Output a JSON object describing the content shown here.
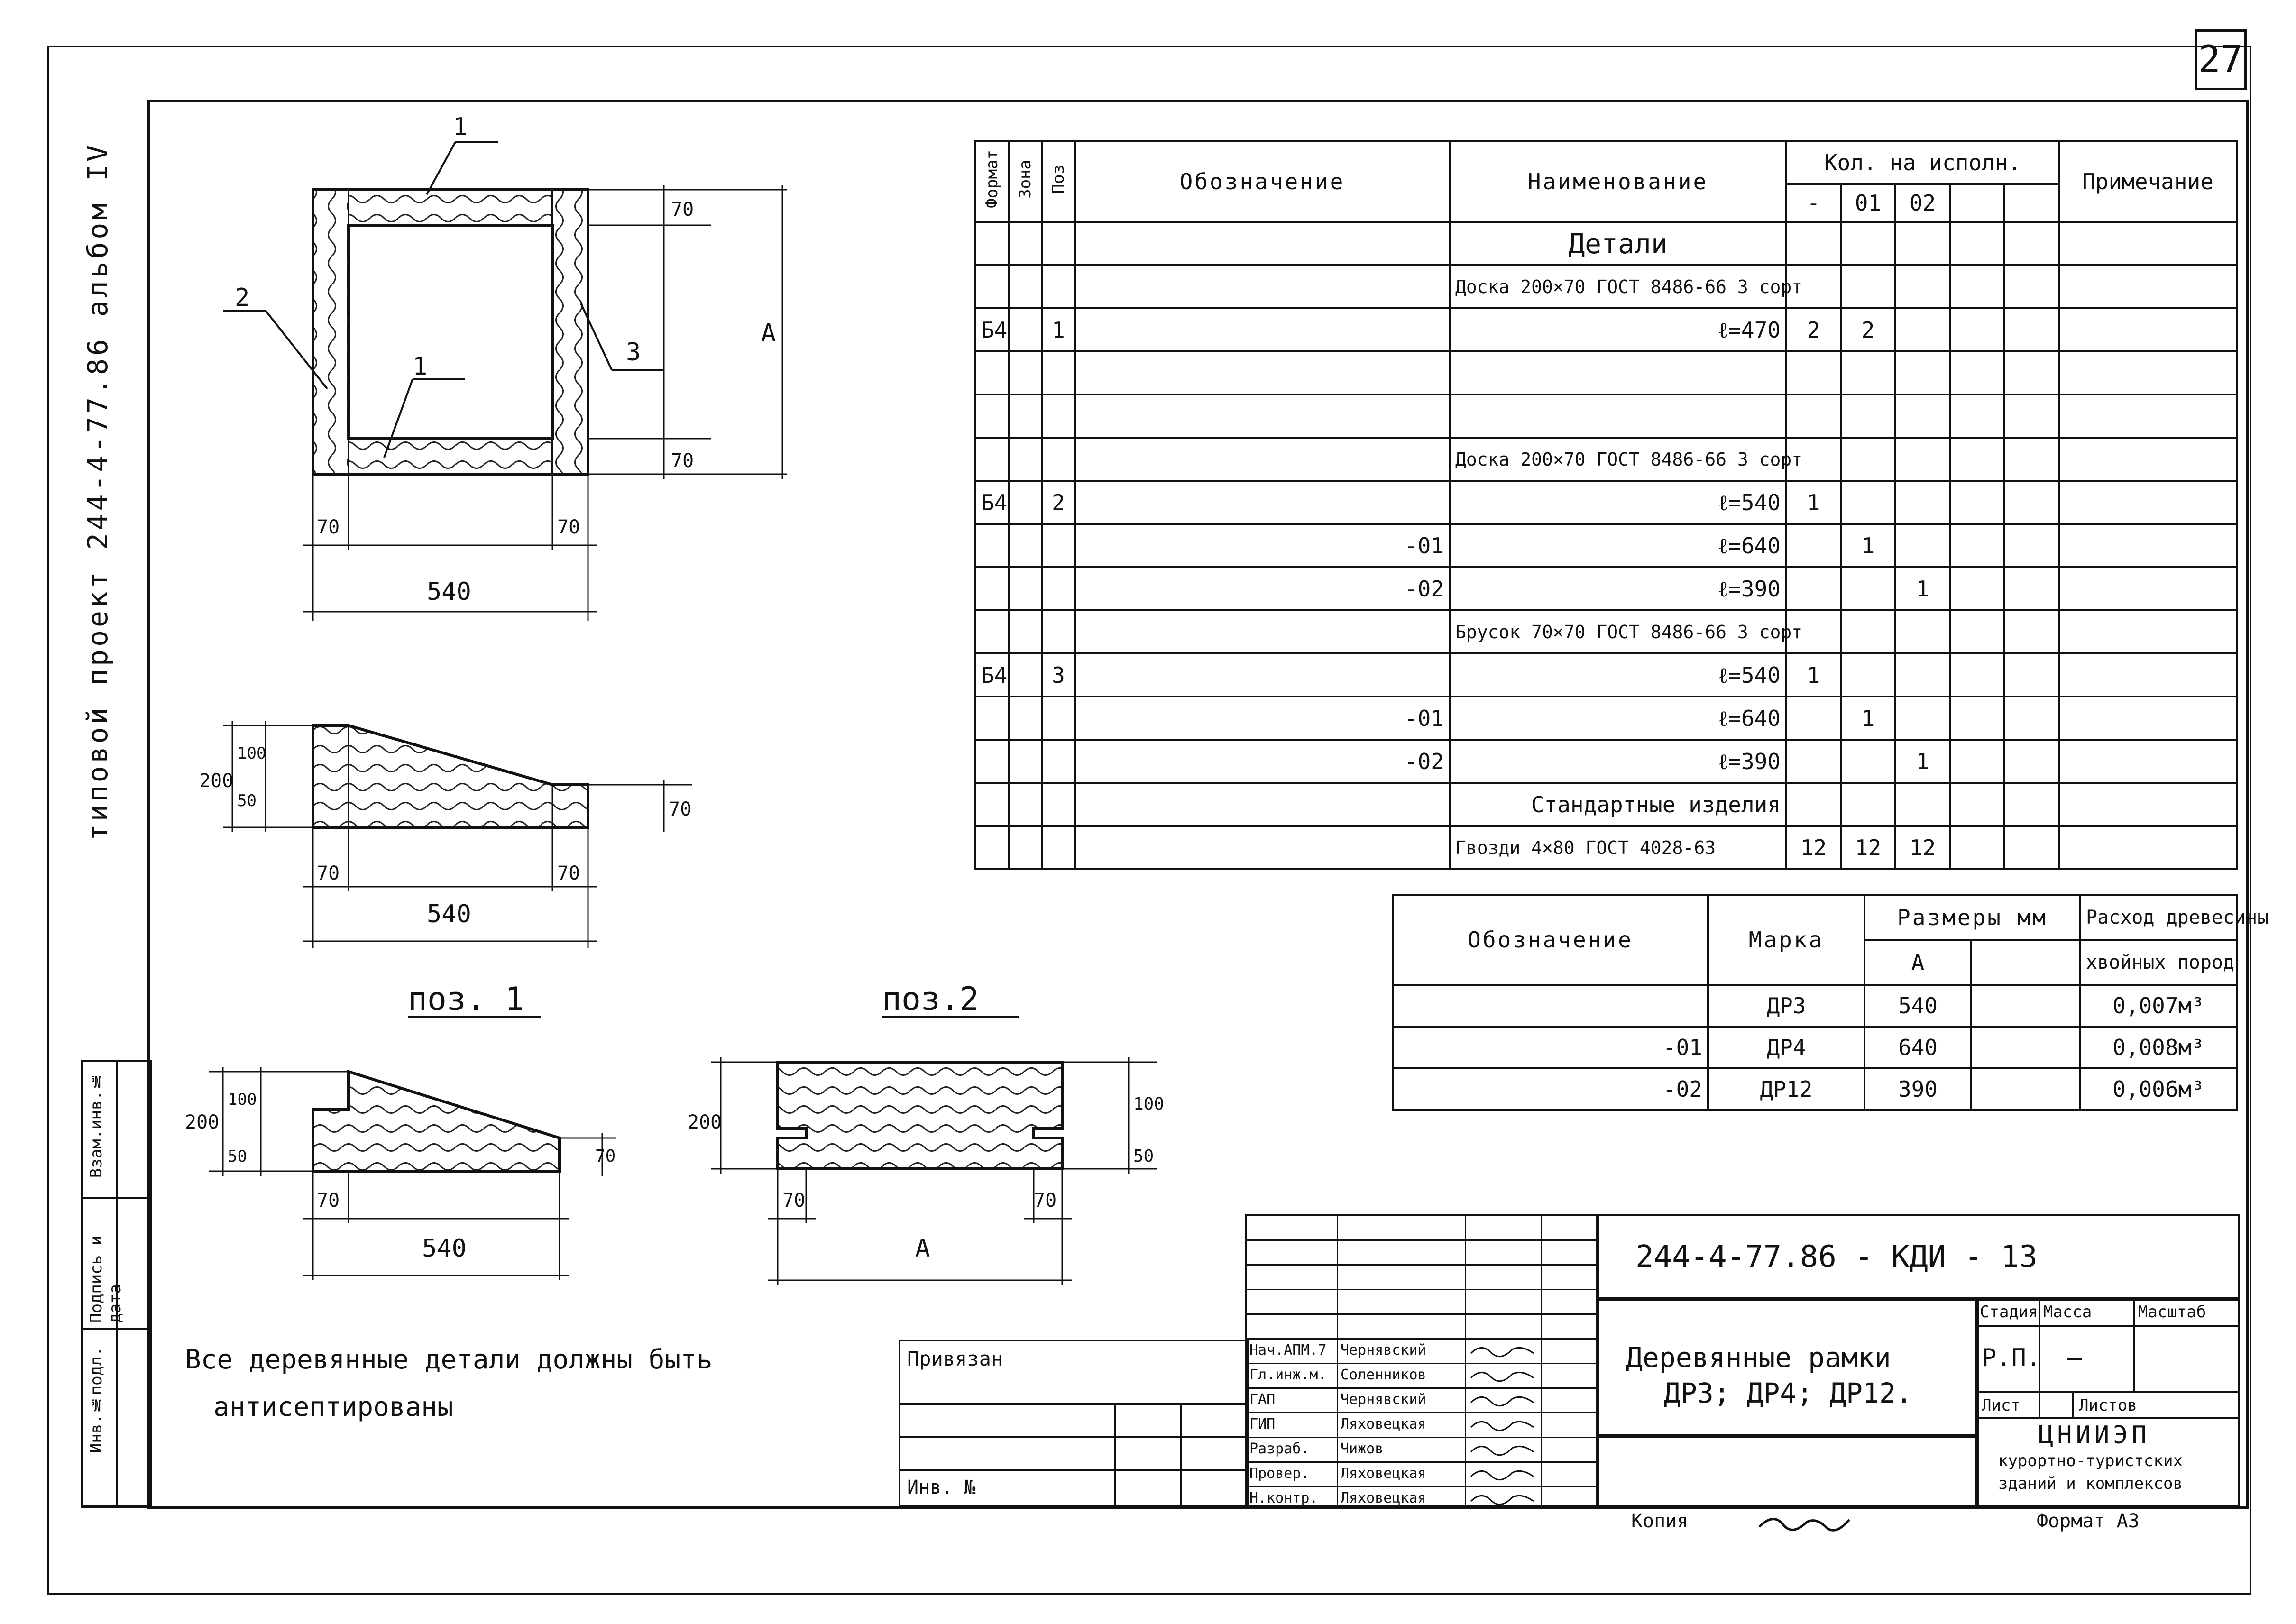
{
  "sheet_number": "27",
  "side_caption": "типовой проект 244-4-77.86 альбом IV",
  "side_stamp": [
    "Инв.№подл.",
    "Подпись и дата",
    "Взам.инв.№"
  ],
  "drawing_labels": {
    "pos1": "1",
    "pos2": "2",
    "pos3": "3",
    "dim70": "70",
    "dim540": "540",
    "dimA": "A",
    "dim200": "200",
    "dim100": "100",
    "dim50": "50"
  },
  "section_titles": [
    "поз. 1",
    "поз.2"
  ],
  "note": [
    "Все деревянные детали должны быть",
    "антисептированы"
  ],
  "spec": {
    "headers": {
      "format": "Формат",
      "zone": "Зона",
      "pos": "Поз",
      "designation": "Обозначение",
      "name": "Наименование",
      "qty": "Кол. на испoлн.",
      "q0": "-",
      "q1": "01",
      "q2": "02",
      "note": "Примечание"
    },
    "rows": [
      {
        "f": "",
        "p": "",
        "d": "",
        "n": "Детали",
        "a": "",
        "b": "",
        "c": ""
      },
      {
        "f": "",
        "p": "",
        "d": "",
        "n": "Доска 200×70 ГОСТ 8486-66 3 сорт",
        "a": "",
        "b": "",
        "c": ""
      },
      {
        "f": "Б4",
        "p": "1",
        "d": "",
        "n": "ℓ=470",
        "a": "2",
        "b": "2",
        "c": ""
      },
      {
        "f": "",
        "p": "",
        "d": "",
        "n": "",
        "a": "",
        "b": "",
        "c": ""
      },
      {
        "f": "",
        "p": "",
        "d": "",
        "n": "",
        "a": "",
        "b": "",
        "c": ""
      },
      {
        "f": "",
        "p": "",
        "d": "",
        "n": "Доска 200×70 ГОСТ 8486-66 3 сорт",
        "a": "",
        "b": "",
        "c": ""
      },
      {
        "f": "Б4",
        "p": "2",
        "d": "",
        "n": "ℓ=540",
        "a": "1",
        "b": "",
        "c": ""
      },
      {
        "f": "",
        "p": "",
        "d": "-01",
        "n": "ℓ=640",
        "a": "",
        "b": "1",
        "c": ""
      },
      {
        "f": "",
        "p": "",
        "d": "-02",
        "n": "ℓ=390",
        "a": "",
        "b": "",
        "c": "1"
      },
      {
        "f": "",
        "p": "",
        "d": "",
        "n": "Брусок 70×70 ГОСТ 8486-66 3 сорт",
        "a": "",
        "b": "",
        "c": ""
      },
      {
        "f": "Б4",
        "p": "3",
        "d": "",
        "n": "ℓ=540",
        "a": "1",
        "b": "",
        "c": ""
      },
      {
        "f": "",
        "p": "",
        "d": "-01",
        "n": "ℓ=640",
        "a": "",
        "b": "1",
        "c": ""
      },
      {
        "f": "",
        "p": "",
        "d": "-02",
        "n": "ℓ=390",
        "a": "",
        "b": "",
        "c": "1"
      },
      {
        "f": "",
        "p": "",
        "d": "",
        "n": "Стандартные изделия",
        "a": "",
        "b": "",
        "c": ""
      },
      {
        "f": "",
        "p": "",
        "d": "",
        "n": "Гвозди 4×80 ГОСТ 4028-63",
        "a": "12",
        "b": "12",
        "c": "12"
      }
    ]
  },
  "marks": {
    "headers": {
      "designation": "Обозначение",
      "mark": "Марка",
      "sizes": "Размеры мм",
      "sizeA": "A",
      "wood": "Расход древесины",
      "wood_sub": "хвойных пород"
    },
    "rows": [
      {
        "d": "",
        "m": "ДР3",
        "a": "540",
        "w": "0,007м³"
      },
      {
        "d": "-01",
        "m": "ДР4",
        "a": "640",
        "w": "0,008м³"
      },
      {
        "d": "-02",
        "m": "ДР12",
        "a": "390",
        "w": "0,006м³"
      }
    ]
  },
  "title_block": {
    "code": "244-4-77.86 - КДИ - 13",
    "title": [
      "Деревянные рамки",
      "ДР3; ДР4; ДР12."
    ],
    "stage_label": "Стадия",
    "mass_label": "Масса",
    "scale_label": "Масштаб",
    "stage": "Р.П.",
    "mass": "—",
    "sheet_label": "Лист",
    "sheets_label": "Листов",
    "org": [
      "ЦНИИЭП",
      "курортно-туристских",
      "зданий и комплексов"
    ],
    "bound": "Привязан",
    "inv": "Инв. №",
    "people": [
      {
        "role": "Нач.АПМ.7",
        "name": "Чернявский"
      },
      {
        "role": "Гл.инж.м.",
        "name": "Соленников"
      },
      {
        "role": "ГАП",
        "name": "Чернявский"
      },
      {
        "role": "ГИП",
        "name": "Ляховецкая"
      },
      {
        "role": "Разраб.",
        "name": "Чижов"
      },
      {
        "role": "Провер.",
        "name": "Ляховецкая"
      },
      {
        "role": "Н.контр.",
        "name": "Ляховецкая"
      }
    ],
    "copy": "Копия",
    "format": "Формат А3"
  }
}
